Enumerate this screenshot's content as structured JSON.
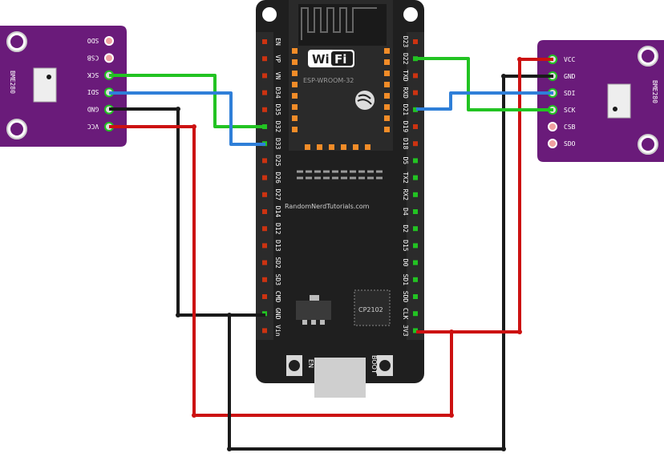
{
  "board": {
    "wifi_label": "Wi",
    "wifi_label2": "Fi",
    "module_label": "ESP-WROOM-32",
    "site_label": "RandomNerdTutorials.com",
    "chip_label": "CP2102",
    "en_label": "EN",
    "boot_label": "BOOT",
    "left_pins": [
      "EN",
      "VP",
      "VN",
      "D34",
      "D35",
      "D32",
      "D33",
      "D25",
      "D26",
      "D27",
      "D14",
      "D12",
      "D13",
      "SD2",
      "SD3",
      "CMD",
      "GND",
      "Vin"
    ],
    "right_pins": [
      "D23",
      "D22",
      "TXD",
      "RXD",
      "D21",
      "D19",
      "D18",
      "D5",
      "TX2",
      "RX2",
      "D4",
      "D2",
      "D15",
      "D0",
      "SD1",
      "SDD",
      "CLK",
      "3V3"
    ]
  },
  "sensor_left": {
    "name": "BME280",
    "pins": [
      "SDO",
      "CSB",
      "SCK",
      "SDI",
      "GND",
      "VCC"
    ]
  },
  "sensor_right": {
    "name": "BME280",
    "pins": [
      "VCC",
      "GND",
      "SDI",
      "SCK",
      "CSB",
      "SDO"
    ]
  },
  "colors": {
    "board": "#1f1f1f",
    "sensor": "#6a1b7a",
    "wire_green": "#22c322",
    "wire_blue": "#2f7fd8",
    "wire_red": "#cc1111",
    "wire_black": "#1a1a1a"
  }
}
